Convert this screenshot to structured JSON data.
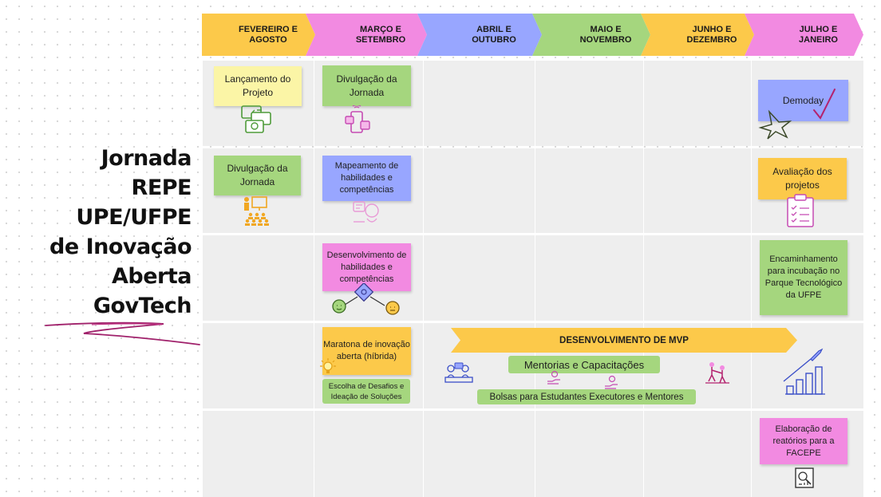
{
  "title": {
    "lines": [
      "Jornada",
      "REPE",
      "UPE/UFPE",
      "de Inovação",
      "Aberta",
      "GovTech"
    ]
  },
  "columns": [
    {
      "line1": "FEVEREIRO E",
      "line2": "AGOSTO",
      "color": "#fcc94a"
    },
    {
      "line1": "MARÇO E",
      "line2": "SETEMBRO",
      "color": "#f28ae1"
    },
    {
      "line1": "ABRIL E",
      "line2": "OUTUBRO",
      "color": "#98a6ff"
    },
    {
      "line1": "MAIO E",
      "line2": "NOVEMBRO",
      "color": "#a5d67e"
    },
    {
      "line1": "JUNHO E",
      "line2": "DEZEMBRO",
      "color": "#fcc94a"
    },
    {
      "line1": "JULHO E",
      "line2": "JANEIRO",
      "color": "#f28ae1"
    }
  ],
  "notes": {
    "lancamento": "Lançamento do Projeto",
    "divulgacao_marco": "Divulgação da Jornada",
    "demoday": "Demoday",
    "divulgacao_fev": "Divulgação da Jornada",
    "mapeamento": "Mapeamento de habilidades e competências",
    "avaliacao": "Avaliação dos projetos",
    "desenvolvimento_hab": "Desenvolvimento de habilidades e competências",
    "encaminhamento": "Encaminhamento para incubação no Parque Tecnológico da UFPE",
    "maratona": "Maratona de inovação aberta (híbrida)",
    "escolha": "Escolha de Desafios e Ideação de Soluções",
    "elaboracao": "Elaboração de reatórios para a FACEPE"
  },
  "mvp": {
    "label": "DESENVOLVIMENTO DE MVP",
    "mentorias": "Mentorias e Capacitações",
    "bolsas": "Bolsas para Estudantes Executores e Mentores"
  },
  "colors": {
    "yellow": "#fcc94a",
    "pink": "#f28ae1",
    "blue": "#98a6ff",
    "green": "#a5d67e",
    "pale_yellow": "#fbf5a6",
    "cell": "#eeeeee"
  }
}
